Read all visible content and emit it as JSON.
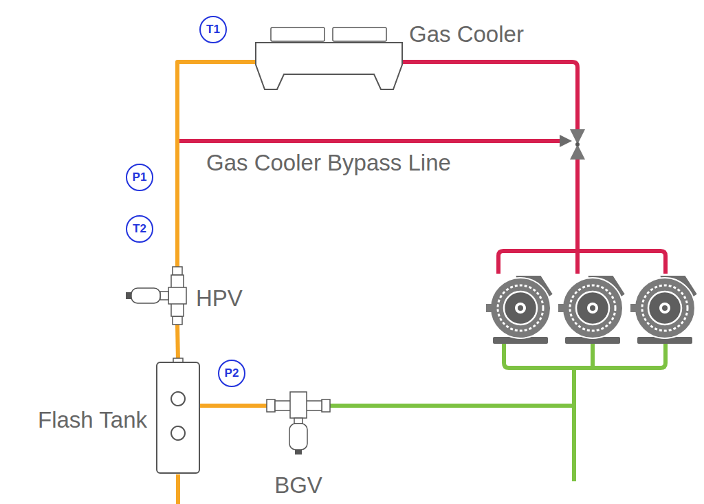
{
  "diagram": {
    "nodes": [
      {
        "text": [
          "T1"
        ]
      },
      {
        "text": [
          "Gas Cooler"
        ]
      },
      {
        "text": [
          "P1"
        ]
      },
      {
        "text": [
          "T2"
        ]
      },
      {
        "text": [
          "HPV"
        ]
      },
      {
        "text": [
          "Flash Tank"
        ]
      },
      {
        "text": [
          "P2"
        ]
      },
      {
        "text": [
          "BGV"
        ]
      }
    ],
    "edges": [
      {
        "from": 1,
        "to": 4,
        "arrow": "none"
      },
      {
        "from": 4,
        "to": 5,
        "arrow": "none"
      },
      {
        "from": 5,
        "to": 7,
        "arrow": "none"
      }
    ],
    "labels": [
      "Gas Cooler Bypass Line"
    ]
  }
}
